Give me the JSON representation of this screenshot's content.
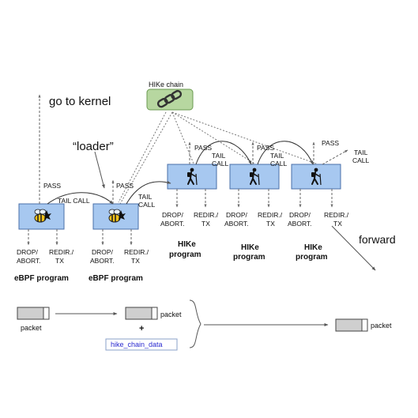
{
  "labels": {
    "go_to_kernel": "go to kernel",
    "loader": "“loader”",
    "hike_chain": "HIKe chain",
    "forward": "forward",
    "pass": "PASS",
    "tail_call_1": "TAIL CALL",
    "tail_call_2a": "TAIL",
    "tail_call_2b": "CALL",
    "drop_1": "DROP/",
    "drop_2": "ABORT.",
    "redir_1": "REDIR./",
    "redir_2": "TX"
  },
  "programs": {
    "ebpf_1": "eBPF program",
    "ebpf_2": "eBPF program",
    "hike_1a": "HIKe",
    "hike_1b": "program",
    "hike_2a": "HIKe",
    "hike_2b": "program",
    "hike_3a": "HIKe",
    "hike_3b": "program"
  },
  "legend": {
    "packet_1": "packet",
    "packet_2": "packet",
    "plus": "+",
    "chain_data": "hike_chain_data",
    "packet_3": "packet"
  },
  "icons": {
    "ebpf": "bee-icon",
    "hike": "hiker-icon",
    "chain": "chain-link-icon"
  },
  "colors": {
    "box_fill": "#a7c8f0",
    "box_stroke": "#4a6fa8",
    "chain_fill": "#b7d7a0",
    "chain_stroke": "#6a9a4f",
    "arrow": "#666666",
    "data_text": "#2a2ad0"
  }
}
